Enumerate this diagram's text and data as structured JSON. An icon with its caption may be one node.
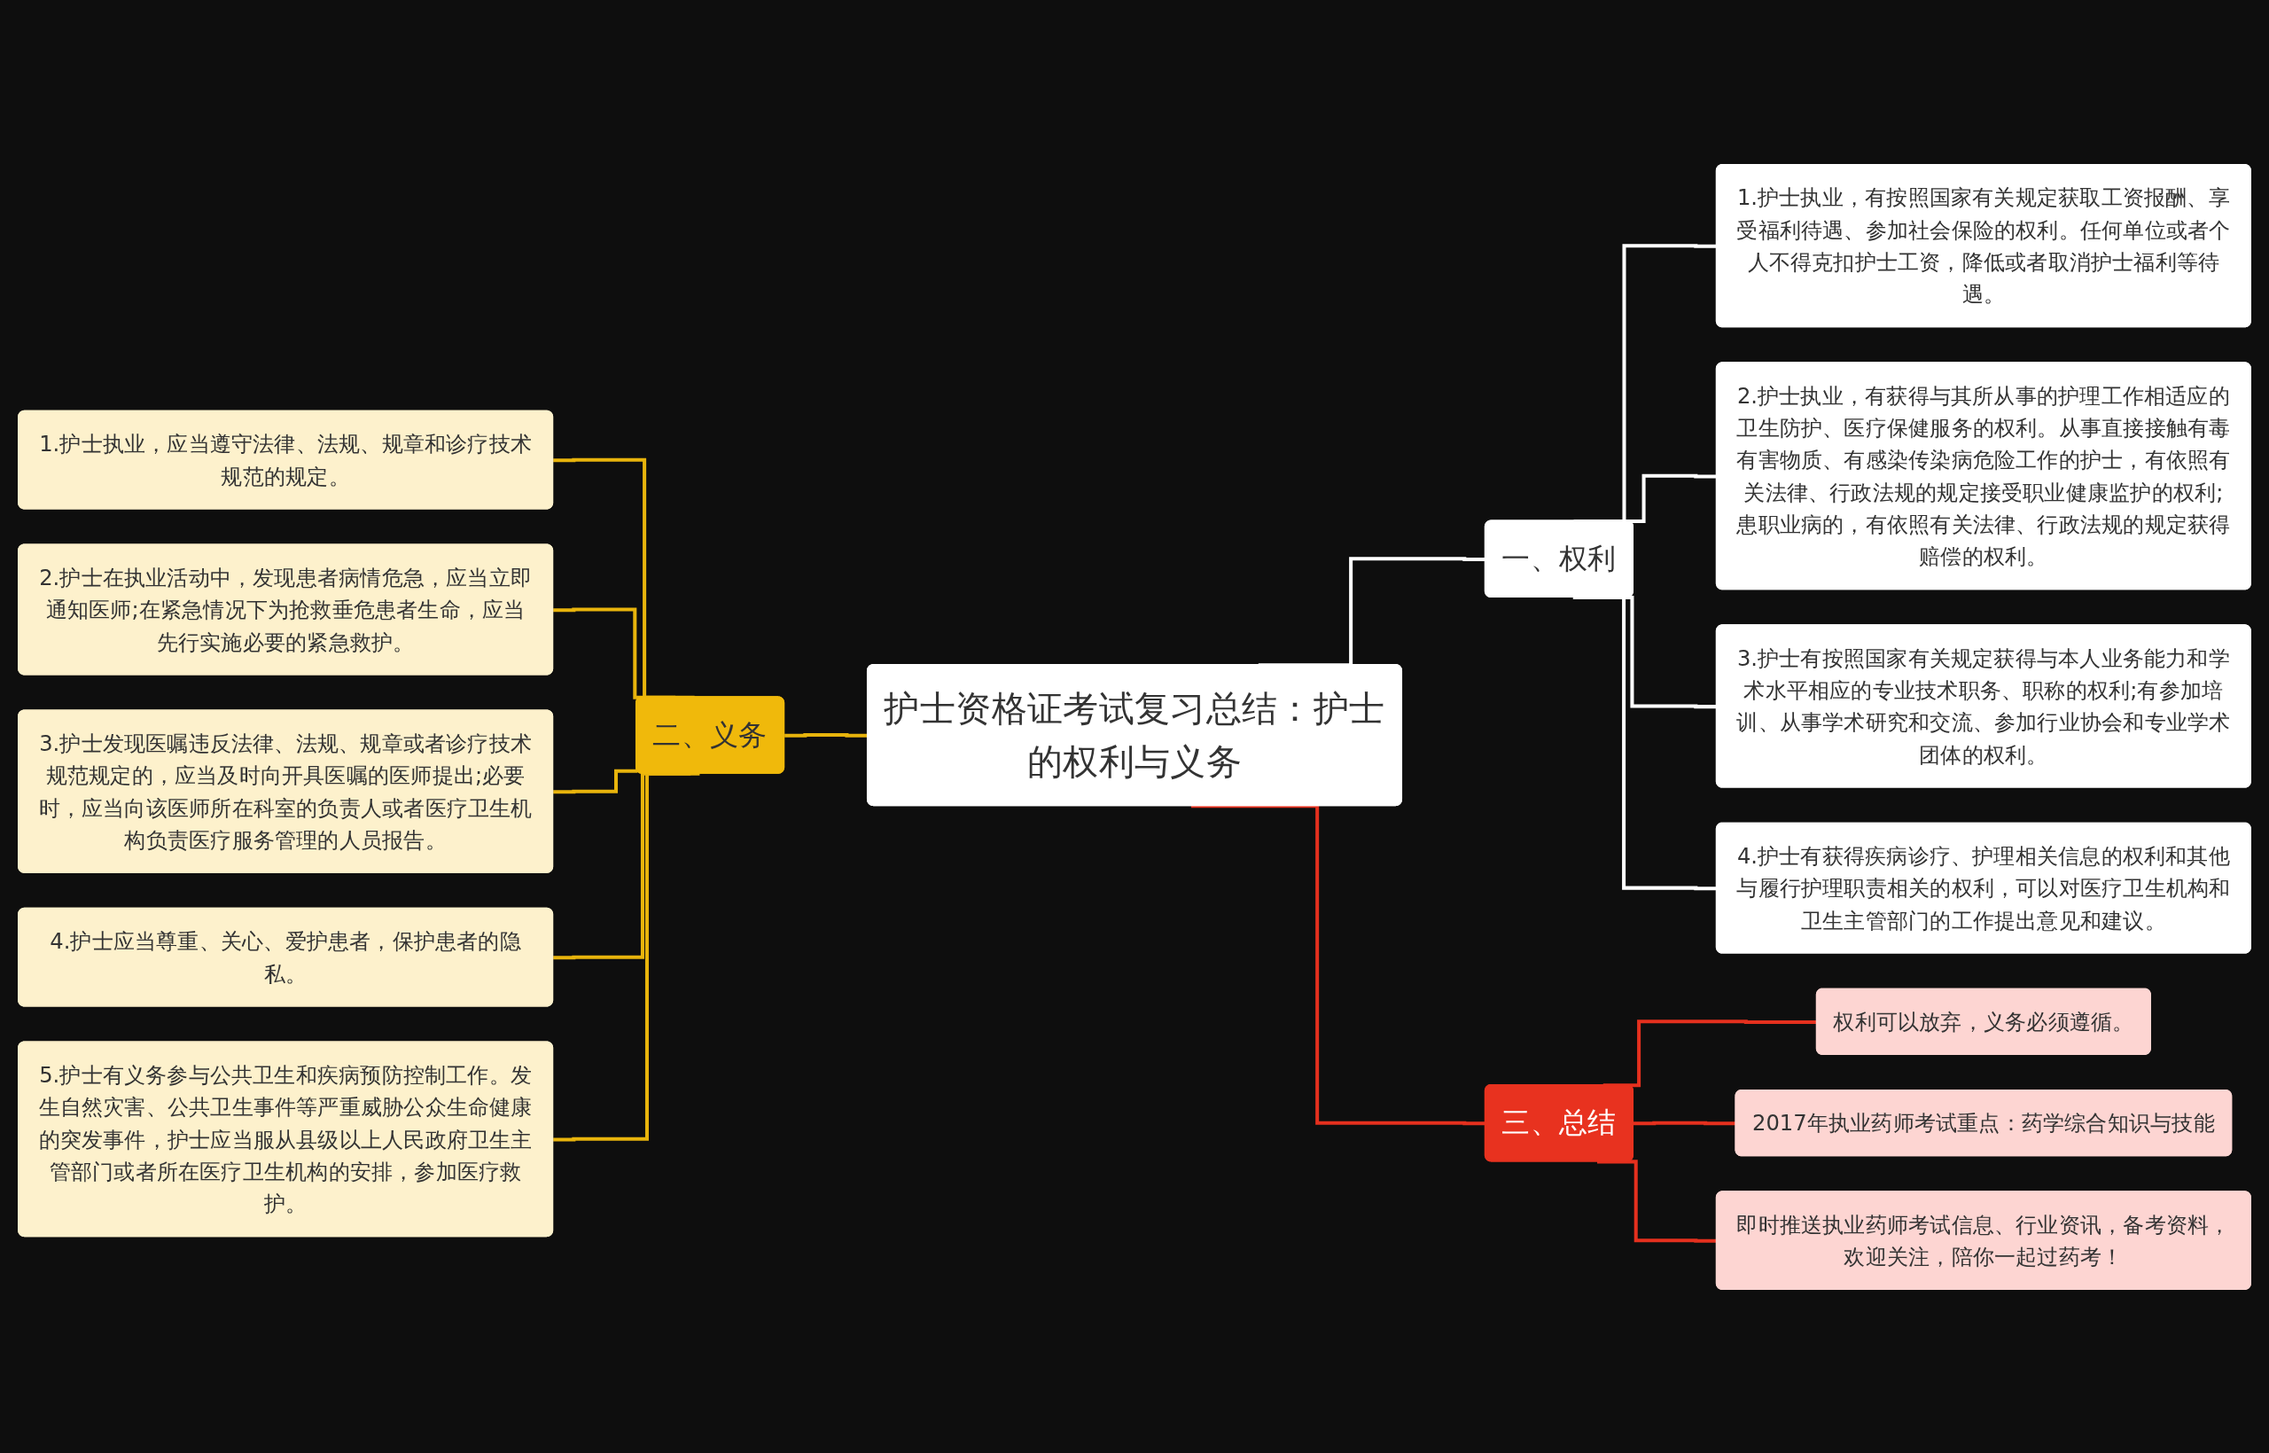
{
  "diagram": {
    "nodes": [
      {
        "text": [
          "护士资格证考试复习总结：护士的权利与义务"
        ]
      },
      {
        "text": [
          "一、权利"
        ]
      },
      {
        "text": [
          "1.护士执业，有按照国家有关规定获取工资报酬、享受福利待遇、参加社会保险的权利。任何单位或者个人不得克扣护士工资，降低或者取消护士福利等待遇。"
        ]
      },
      {
        "text": [
          "2.护士执业，有获得与其所从事的护理工作相适应的卫生防护、医疗保健服务的权利。从事直接接触有毒有害物质、有感染传染病危险工作的护士，有依照有关法律、行政法规的规定接受职业健康监护的权利;患职业病的，有依照有关法律、行政法规的规定获得赔偿的权利。"
        ]
      },
      {
        "text": [
          "3.护士有按照国家有关规定获得与本人业务能力和学术水平相应的专业技术职务、职称的权利;有参加培训、从事学术研究和交流、参加行业协会和专业学术团体的权利。"
        ]
      },
      {
        "text": [
          "4.护士有获得疾病诊疗、护理相关信息的权利和其他与履行护理职责相关的权利，可以对医疗卫生机构和卫生主管部门的工作提出意见和建议。"
        ]
      },
      {
        "text": [
          "二、义务"
        ]
      },
      {
        "text": [
          "1.护士执业，应当遵守法律、法规、规章和诊疗技术规范的规定。"
        ]
      },
      {
        "text": [
          "2.护士在执业活动中，发现患者病情危急，应当立即通知医师;在紧急情况下为抢救垂危患者生命，应当先行实施必要的紧急救护。"
        ]
      },
      {
        "text": [
          "3.护士发现医嘱违反法律、法规、规章或者诊疗技术规范规定的，应当及时向开具医嘱的医师提出;必要时，应当向该医师所在科室的负责人或者医疗卫生机构负责医疗服务管理的人员报告。"
        ]
      },
      {
        "text": [
          "4.护士应当尊重、关心、爱护患者，保护患者的隐私。"
        ]
      },
      {
        "text": [
          "5.护士有义务参与公共卫生和疾病预防控制工作。发生自然灾害、公共卫生事件等严重威胁公众生命健康的突发事件，护士应当服从县级以上人民政府卫生主管部门或者所在医疗卫生机构的安排，参加医疗救护。"
        ]
      },
      {
        "text": [
          "三、总结"
        ]
      },
      {
        "text": [
          "权利可以放弃，义务必须遵循。"
        ]
      },
      {
        "text": [
          "2017年执业药师考试重点：药学综合知识与技能"
        ]
      },
      {
        "text": [
          "即时推送执业药师考试信息、行业资讯，备考资料，欢迎关注，陪你一起过药考！"
        ]
      }
    ],
    "edges": [
      {
        "from": 0,
        "to": 1,
        "arrow": "none",
        "color": "#ffffff"
      },
      {
        "from": 1,
        "to": 2,
        "arrow": "none",
        "color": "#ffffff"
      },
      {
        "from": 1,
        "to": 3,
        "arrow": "none",
        "color": "#ffffff"
      },
      {
        "from": 1,
        "to": 4,
        "arrow": "none",
        "color": "#ffffff"
      },
      {
        "from": 1,
        "to": 5,
        "arrow": "none",
        "color": "#ffffff"
      },
      {
        "from": 6,
        "to": 0,
        "arrow": "none",
        "color": "#e8b40c"
      },
      {
        "from": 7,
        "to": 6,
        "arrow": "none",
        "color": "#e8b40c"
      },
      {
        "from": 8,
        "to": 6,
        "arrow": "none",
        "color": "#e8b40c"
      },
      {
        "from": 9,
        "to": 6,
        "arrow": "none",
        "color": "#e8b40c"
      },
      {
        "from": 10,
        "to": 6,
        "arrow": "none",
        "color": "#e8b40c"
      },
      {
        "from": 11,
        "to": 6,
        "arrow": "none",
        "color": "#e8b40c"
      },
      {
        "from": 0,
        "to": 12,
        "arrow": "none",
        "color": "#e5301e"
      },
      {
        "from": 12,
        "to": 13,
        "arrow": "none",
        "color": "#e5301e"
      },
      {
        "from": 12,
        "to": 14,
        "arrow": "none",
        "color": "#e5301e"
      },
      {
        "from": 12,
        "to": 15,
        "arrow": "none",
        "color": "#e5301e"
      }
    ]
  }
}
